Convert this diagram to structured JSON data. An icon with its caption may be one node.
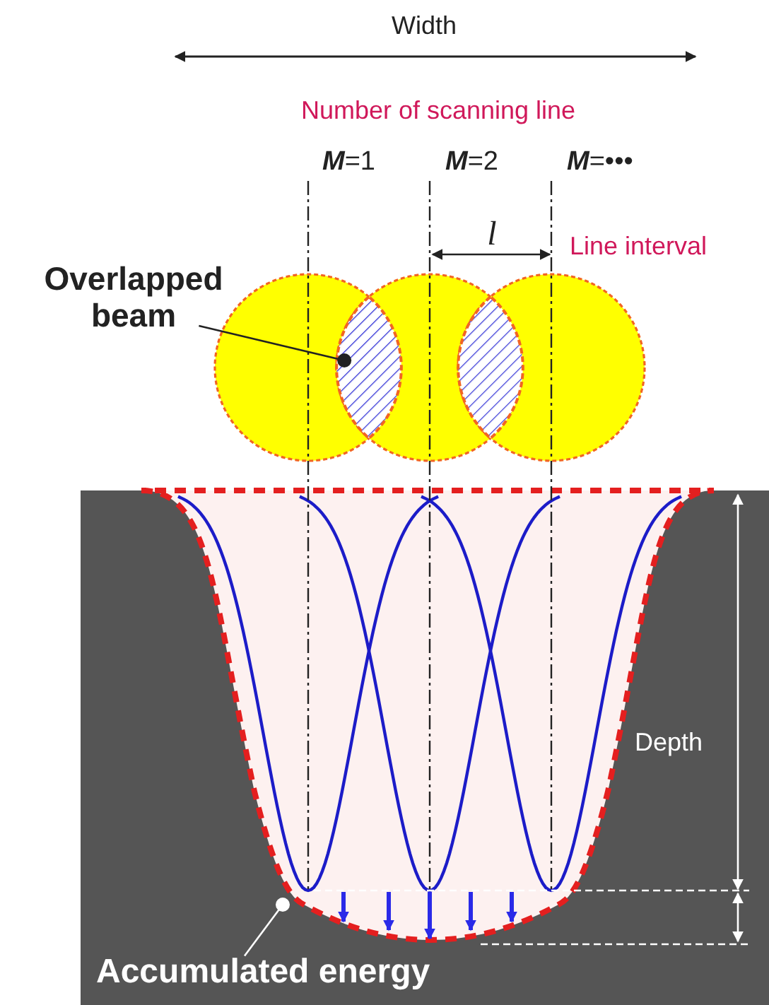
{
  "diagram": {
    "nodes": [
      {
        "text": [
          "Overlapped beam"
        ]
      },
      {
        "text": [],
        "shape": "lens"
      },
      {
        "text": [],
        "shape": "lens"
      },
      {
        "text": [
          "Accumulated energy"
        ]
      }
    ],
    "edges": [
      {
        "from": 0,
        "to": 1,
        "arrow": "other"
      },
      {
        "from": 3,
        "to": null,
        "arrow": "other",
        "color": "#ffffff"
      }
    ],
    "labels": [
      "Width",
      "Number of scanning line",
      "*M*=1",
      "*M*=2",
      "*M*=•••",
      "l",
      "Line interval",
      "Depth"
    ]
  }
}
